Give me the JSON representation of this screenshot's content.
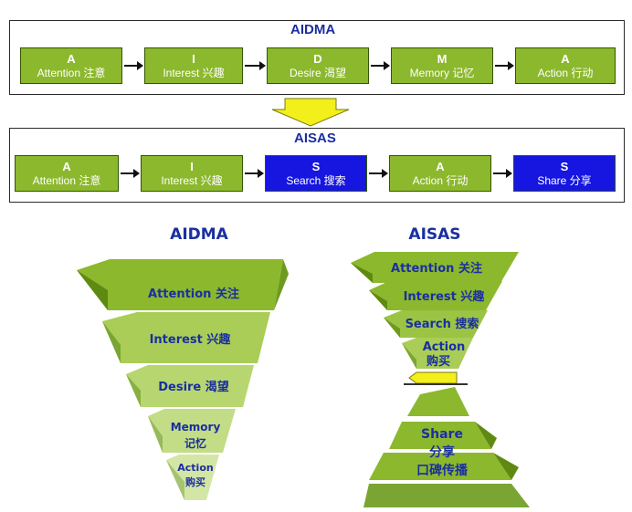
{
  "top": {
    "title": "AIDMA",
    "steps": [
      {
        "letter": "A",
        "label": "Attention 注意"
      },
      {
        "letter": "I",
        "label": "Interest 兴趣"
      },
      {
        "letter": "D",
        "label": "Desire 渴望"
      },
      {
        "letter": "M",
        "label": "Memory 记忆"
      },
      {
        "letter": "A",
        "label": "Action 行动"
      }
    ]
  },
  "bottom": {
    "title": "AISAS",
    "steps": [
      {
        "letter": "A",
        "label": "Attention 注意"
      },
      {
        "letter": "I",
        "label": "Interest 兴趣"
      },
      {
        "letter": "S",
        "label": "Search 搜索"
      },
      {
        "letter": "A",
        "label": "Action 行动"
      },
      {
        "letter": "S",
        "label": "Share 分享"
      }
    ]
  },
  "funnels": {
    "aidma_title": "AIDMA",
    "aisas_title": "AISAS",
    "aidma_levels": [
      "Attention 关注",
      "Interest 兴趣",
      "Desire 渴望",
      "Memory",
      "记忆",
      "Action",
      "购买"
    ],
    "aisas_levels": [
      "Attention 关注",
      "Interest 兴趣",
      "Search 搜索",
      "Action",
      "购买",
      "Share",
      "分享",
      "口碑传播"
    ]
  },
  "colors": {
    "green": "#8cb82e",
    "blue": "#1616e0",
    "title": "#1a2fa0",
    "yellow": "#f2ef1a"
  }
}
